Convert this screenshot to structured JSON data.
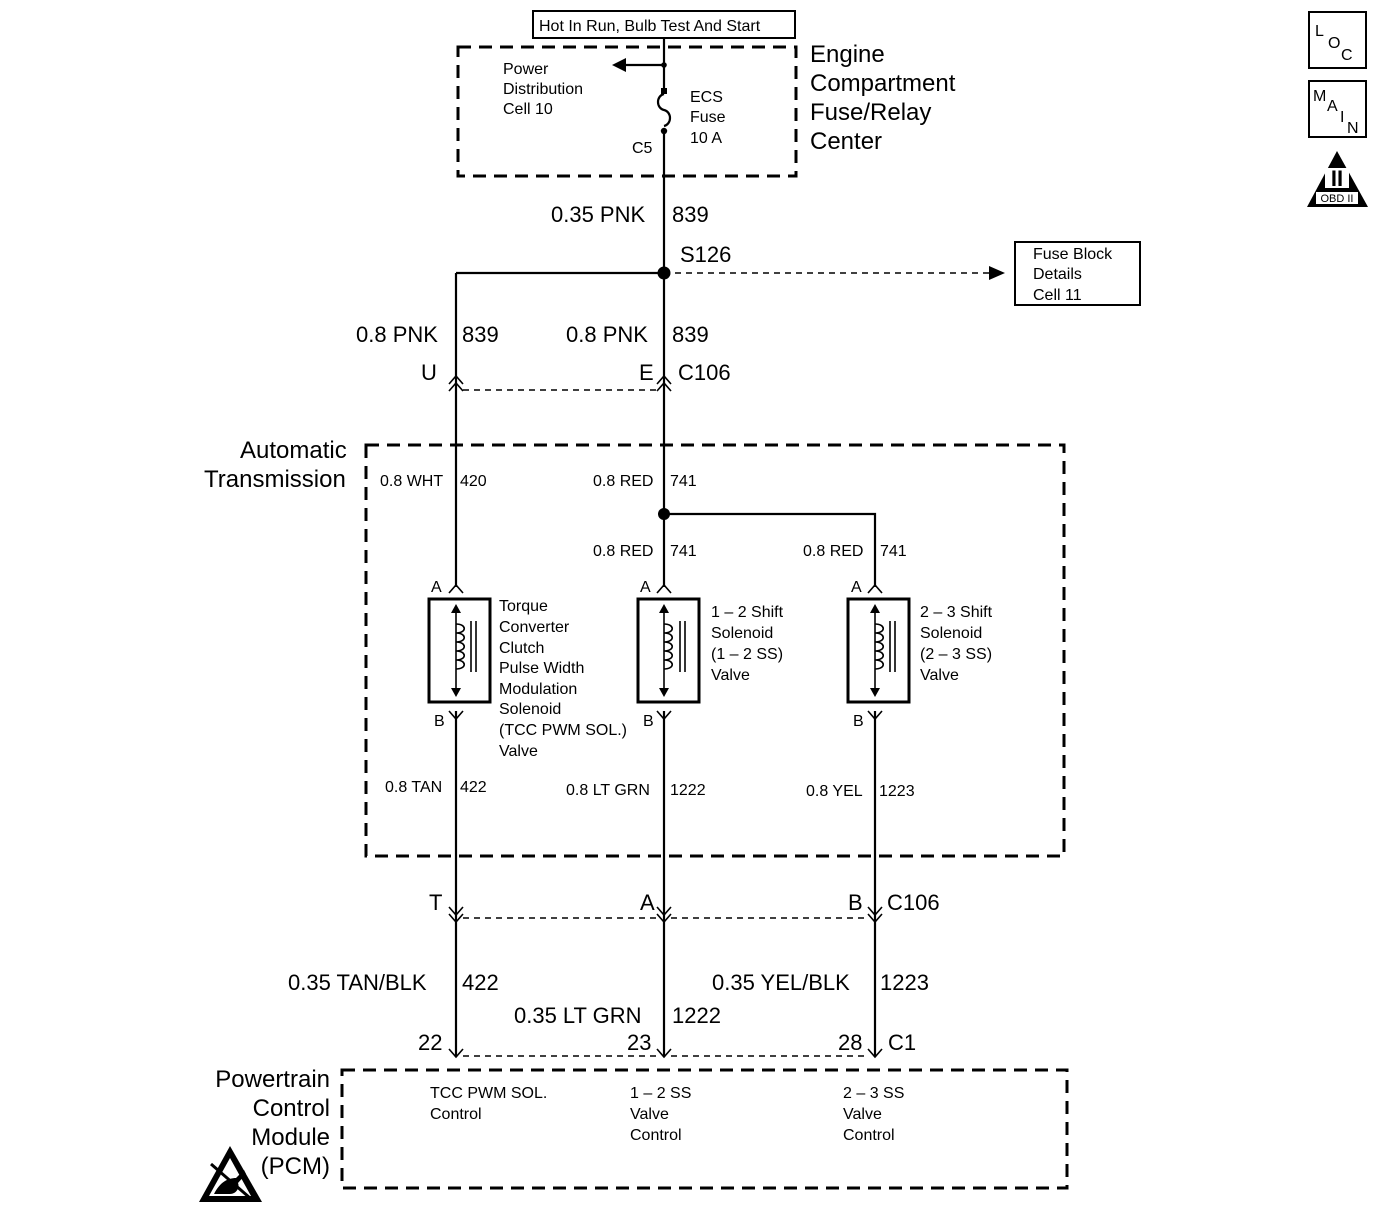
{
  "power_source": "Hot In Run, Bulb Test And Start",
  "fuse_center": {
    "title": [
      "Engine",
      "Compartment",
      "Fuse/Relay",
      "Center"
    ],
    "power_distribution": [
      "Power",
      "Distribution",
      "Cell 10"
    ],
    "fuse": [
      "ECS",
      "Fuse",
      "10 A"
    ],
    "connector": "C5"
  },
  "feed_wire": {
    "size_color": "0.35 PNK",
    "circuit": "839"
  },
  "splice": "S126",
  "fuse_block": [
    "Fuse Block",
    "Details",
    "Cell 11"
  ],
  "upper_left_wire": {
    "size_color": "0.8 PNK",
    "circuit": "839"
  },
  "upper_mid_wire": {
    "size_color": "0.8 PNK",
    "circuit": "839"
  },
  "top_connector": {
    "name": "C106",
    "pins": [
      "U",
      "E"
    ]
  },
  "transmission": {
    "title": [
      "Automatic",
      "Transmission"
    ],
    "wires_in": [
      {
        "size_color": "0.8 WHT",
        "circuit": "420"
      },
      {
        "size_color": "0.8 RED",
        "circuit": "741"
      }
    ],
    "branch_wires": [
      {
        "size_color": "0.8 RED",
        "circuit": "741"
      },
      {
        "size_color": "0.8 RED",
        "circuit": "741"
      }
    ],
    "solenoids": [
      {
        "pin_a": "A",
        "pin_b": "B",
        "label": [
          "Torque",
          "Converter",
          "Clutch",
          "Pulse Width",
          "Modulation",
          "Solenoid",
          "(TCC PWM SOL.)",
          "Valve"
        ]
      },
      {
        "pin_a": "A",
        "pin_b": "B",
        "label": [
          "1 – 2 Shift",
          "Solenoid",
          "(1 – 2 SS)",
          "Valve"
        ]
      },
      {
        "pin_a": "A",
        "pin_b": "B",
        "label": [
          "2 – 3 Shift",
          "Solenoid",
          "(2 – 3 SS)",
          "Valve"
        ]
      }
    ],
    "wires_out": [
      {
        "size_color": "0.8 TAN",
        "circuit": "422"
      },
      {
        "size_color": "0.8 LT GRN",
        "circuit": "1222"
      },
      {
        "size_color": "0.8 YEL",
        "circuit": "1223"
      }
    ]
  },
  "bottom_connector": {
    "name": "C106",
    "pins": [
      "T",
      "A",
      "B"
    ]
  },
  "pcm_wires": [
    {
      "size_color": "0.35 TAN/BLK",
      "circuit": "422"
    },
    {
      "size_color": "0.35 LT GRN",
      "circuit": "1222"
    },
    {
      "size_color": "0.35 YEL/BLK",
      "circuit": "1223"
    }
  ],
  "pcm_connector": {
    "name": "C1",
    "pins": [
      "22",
      "23",
      "28"
    ]
  },
  "pcm": {
    "title": [
      "Powertrain",
      "Control",
      "Module",
      "(PCM)"
    ],
    "inputs": [
      [
        "TCC PWM SOL.",
        "Control"
      ],
      [
        "1 – 2 SS",
        "Valve",
        "Control"
      ],
      [
        "2 – 3 SS",
        "Valve",
        "Control"
      ]
    ]
  },
  "badges": {
    "loc": [
      "L",
      "O",
      "C"
    ],
    "main": [
      "M",
      "A",
      "I",
      "N"
    ],
    "obd": [
      "II",
      "OBD II"
    ]
  },
  "colors": {
    "line": "#000000",
    "background": "#ffffff"
  }
}
